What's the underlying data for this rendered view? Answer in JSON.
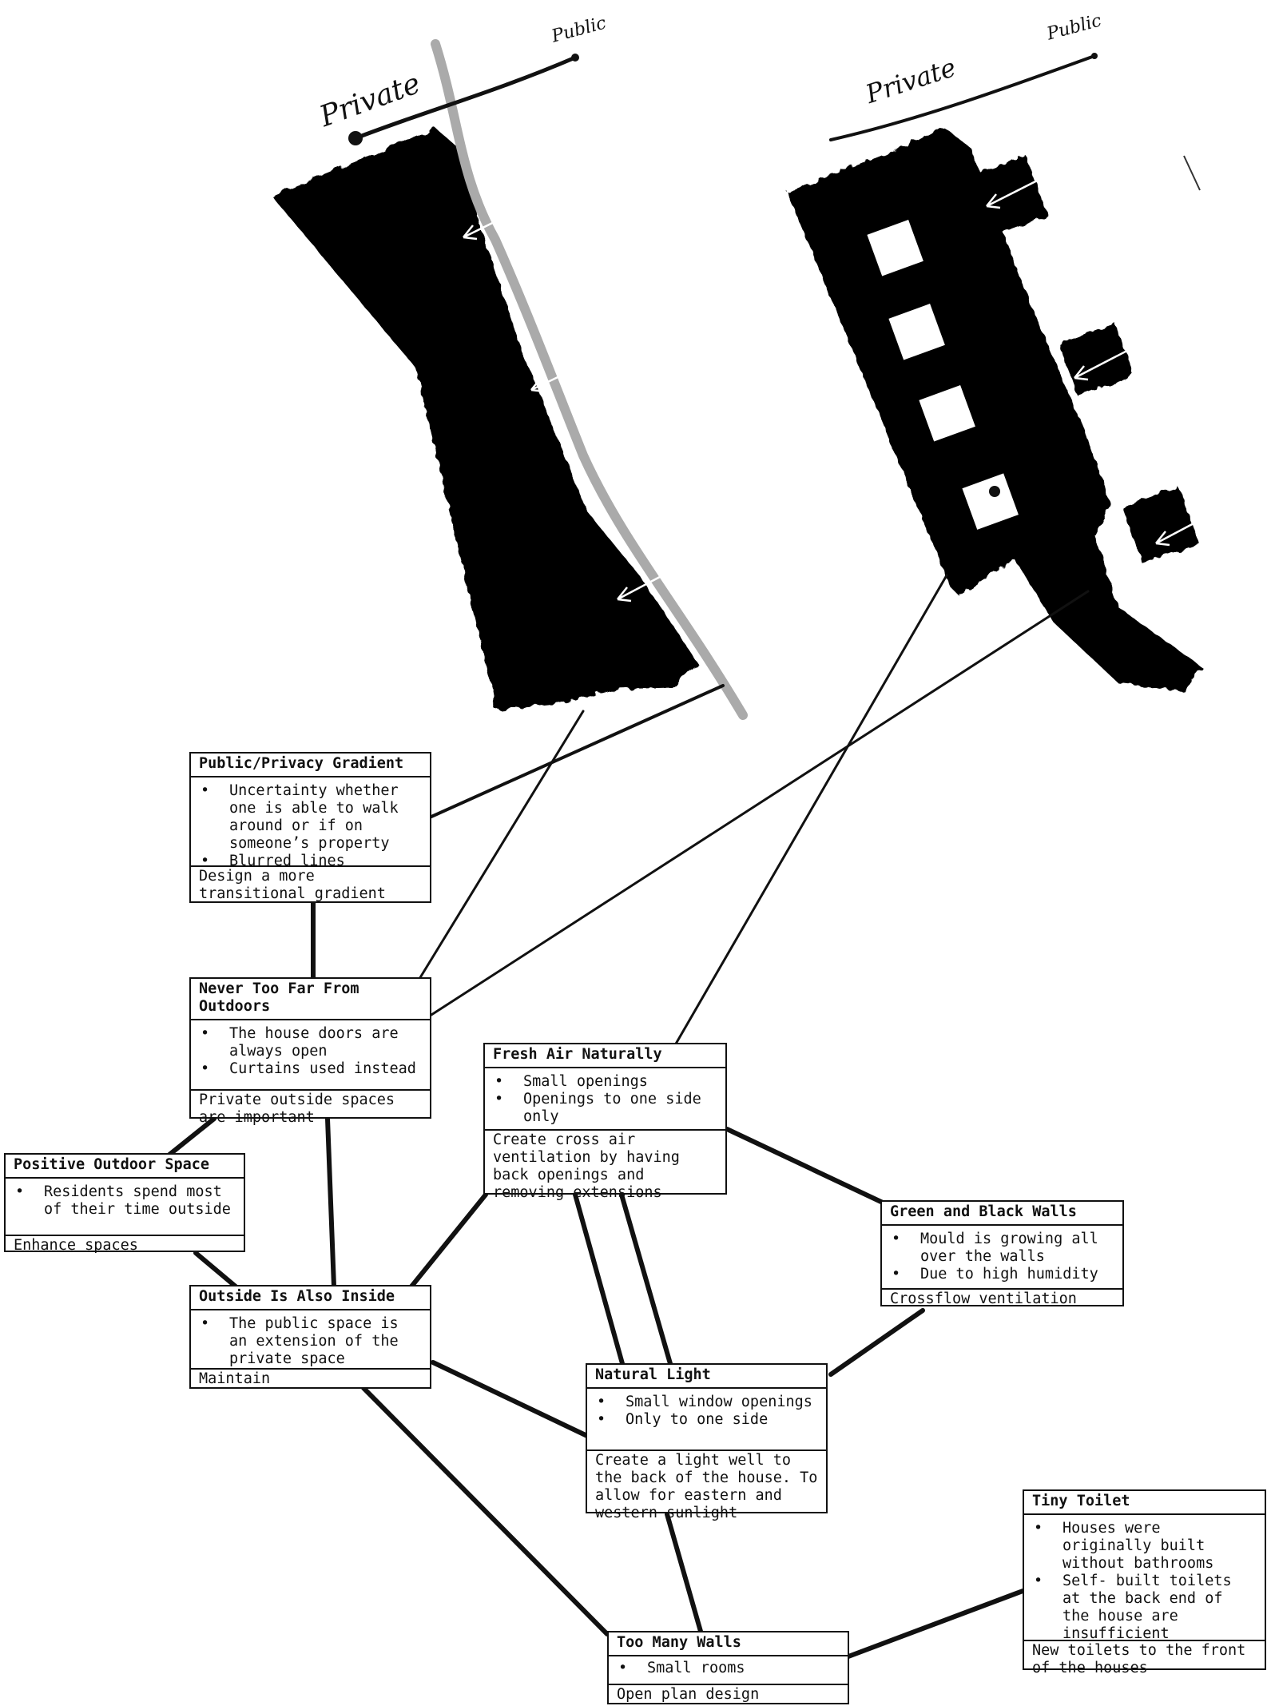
{
  "sketch": {
    "left": {
      "private_label": "Private",
      "public_label": "Public"
    },
    "right": {
      "private_label": "Private",
      "public_label": "Public"
    }
  },
  "patterns": {
    "privacy_gradient": {
      "title": "Public/Privacy Gradient",
      "problems": [
        "Uncertainty whether one is able to walk around or if on someone’s property",
        "Blurred lines"
      ],
      "solution": "Design a more transitional gradient"
    },
    "never_too_far": {
      "title": "Never Too Far From Outdoors",
      "problems": [
        "The house doors are always open",
        "Curtains used instead"
      ],
      "solution": "Private outside spaces are important"
    },
    "positive_outdoor": {
      "title": "Positive Outdoor Space",
      "problems": [
        "Residents spend most of their time outside"
      ],
      "solution": "Enhance spaces"
    },
    "outside_inside": {
      "title": "Outside Is Also Inside",
      "problems": [
        "The public space is an extension of the private space"
      ],
      "solution": "Maintain"
    },
    "fresh_air": {
      "title": "Fresh Air Naturally",
      "problems": [
        "Small openings",
        "Openings to one side only"
      ],
      "solution": "Create cross air ventilation by having back openings and removing extensions"
    },
    "green_black_walls": {
      "title": "Green and Black Walls",
      "problems": [
        "Mould is growing all over the walls",
        "Due to high humidity"
      ],
      "solution": "Crossflow ventilation"
    },
    "natural_light": {
      "title": "Natural Light",
      "problems": [
        "Small window openings",
        "Only to one side"
      ],
      "solution": "Create a light well to the back of the house. To allow for eastern and western sunlight"
    },
    "tiny_toilet": {
      "title": "Tiny Toilet",
      "problems": [
        "Houses were originally built without bathrooms",
        "Self- built toilets at the back end of the house are insufficient"
      ],
      "solution": "New toilets to the front of the houses"
    },
    "too_many_walls": {
      "title": "Too Many Walls",
      "problems": [
        "Small rooms"
      ],
      "solution": "Open plan design"
    }
  }
}
